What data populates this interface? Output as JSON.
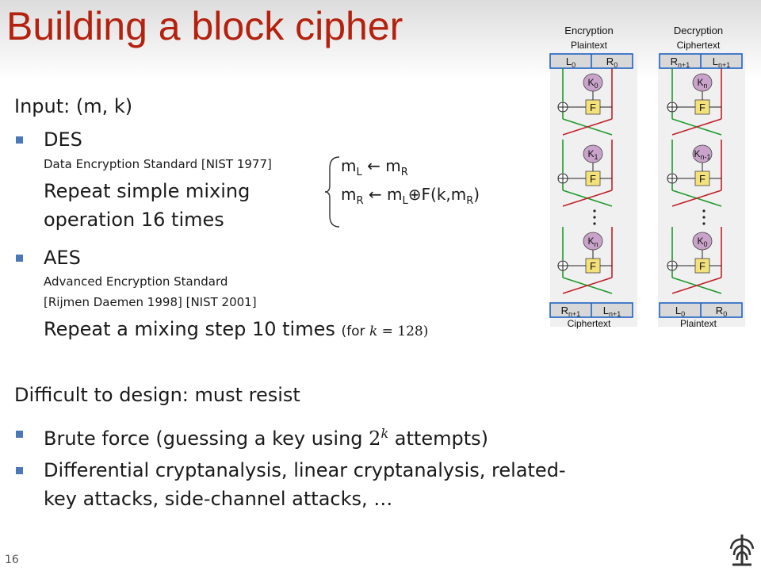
{
  "slide": {
    "title": "Building a block cipher",
    "number": "16",
    "input_line": "Input:  (m, k)",
    "des": {
      "heading": "DES",
      "subtitle": "Data Encryption Standard [NIST 1977]",
      "line1": "Repeat simple mixing",
      "line2": "operation 16 times"
    },
    "aes": {
      "heading": "AES",
      "subtitle1": "Advanced Encryption Standard",
      "subtitle2": "[Rijmen Daemen 1998] [NIST 2001]",
      "line": "Repeat a mixing step 10 times",
      "note_prefix": "(for ",
      "note_var": "k",
      "note_eq": " = 128)"
    },
    "equations": {
      "eq1_lhs": "m",
      "eq1_lhs_sub": "L",
      "eq1_arrow": "←",
      "eq1_rhs": "m",
      "eq1_rhs_sub": "R",
      "eq2_lhs": "m",
      "eq2_lhs_sub": "R",
      "eq2_arrow": "←",
      "eq2_rhs": "m",
      "eq2_rhs_sub": "L",
      "eq2_xor": "⊕",
      "eq2_f": "F(k,m",
      "eq2_f_sub": "R",
      "eq2_close": ")"
    },
    "difficult": {
      "heading": "Difficult to design: must resist",
      "b1_prefix": "Brute force (guessing a key using ",
      "b1_base": "2",
      "b1_exp": "k",
      "b1_suffix": " attempts)",
      "b2_line1": "Differential cryptanalysis,  linear cryptanalysis, related-",
      "b2_line2": "key attacks, side-channel attacks, …"
    }
  },
  "diagram": {
    "enc_title": "Encryption",
    "dec_title": "Decryption",
    "enc_top_label": "Plaintext",
    "dec_top_label": "Ciphertext",
    "enc_bottom_label": "Ciphertext",
    "dec_bottom_label": "Plaintext",
    "enc_top_left": "L",
    "enc_top_left_sub": "0",
    "enc_top_right": "R",
    "enc_top_right_sub": "0",
    "dec_top_left": "R",
    "dec_top_left_sub": "n+1",
    "dec_top_right": "L",
    "dec_top_right_sub": "n+1",
    "enc_bottom_left": "R",
    "enc_bottom_left_sub": "n+1",
    "enc_bottom_right": "L",
    "enc_bottom_right_sub": "n+1",
    "dec_bottom_left": "L",
    "dec_bottom_left_sub": "0",
    "dec_bottom_right": "R",
    "dec_bottom_right_sub": "0",
    "enc_keys": [
      {
        "k": "K",
        "s": "0"
      },
      {
        "k": "K",
        "s": "1"
      },
      {
        "k": "K",
        "s": "n"
      }
    ],
    "dec_keys": [
      {
        "k": "K",
        "s": "n"
      },
      {
        "k": "K",
        "s": "n-1"
      },
      {
        "k": "K",
        "s": "0"
      }
    ],
    "f_label": "F",
    "colors": {
      "green": "#1e9a2a",
      "red": "#c0202a",
      "key": "#c9a3c9",
      "f_box": "#f3e27a",
      "frame": "#f0f0f0"
    }
  }
}
